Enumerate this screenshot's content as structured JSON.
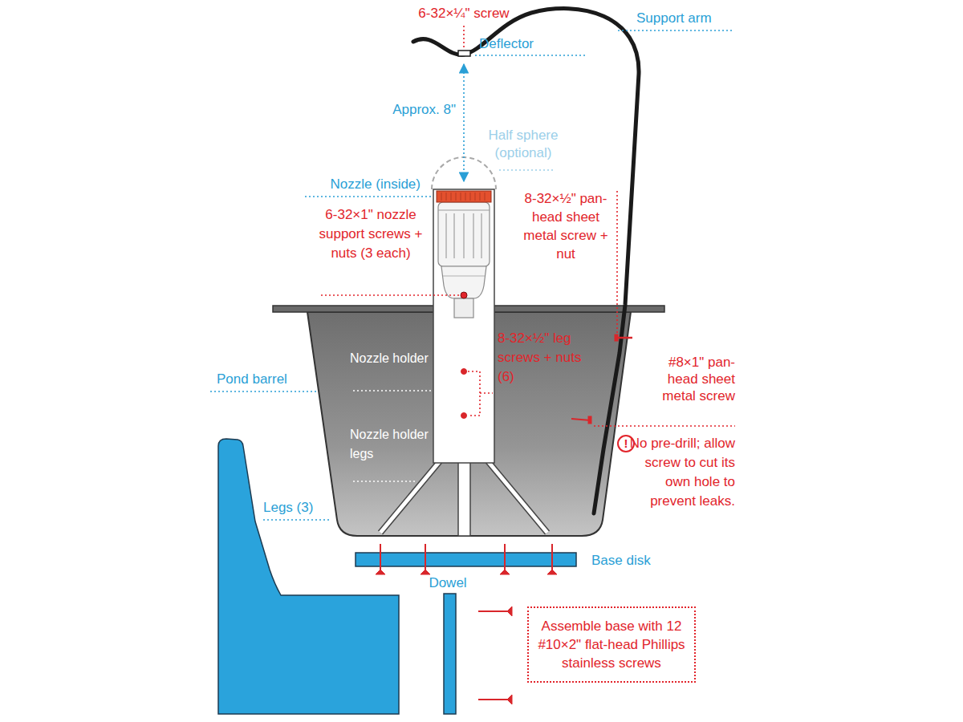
{
  "diagram": {
    "nodes": [
      {
        "text": [
          "Assemble base with 12 #10×2\" flat-head Phillips stainless screws"
        ]
      }
    ],
    "labels": [
      "6-32×¼\" screw",
      "Support arm",
      "Deflector",
      "Approx. 8\"",
      "Half sphere (optional)",
      "Nozzle (inside)",
      "6-32×1\" nozzle support screws + nuts (3 each)",
      "8-32×½\" pan-head sheet metal screw + nut",
      "8-32×½\" leg screws + nuts (6)",
      "Nozzle holder",
      "#8×1\" pan-head sheet metal screw",
      "Pond barrel",
      "Nozzle holder legs",
      "!",
      "No pre-drill; allow screw to cut its own hole to prevent leaks.",
      "Legs (3)",
      "Base disk",
      "Dowel"
    ]
  }
}
